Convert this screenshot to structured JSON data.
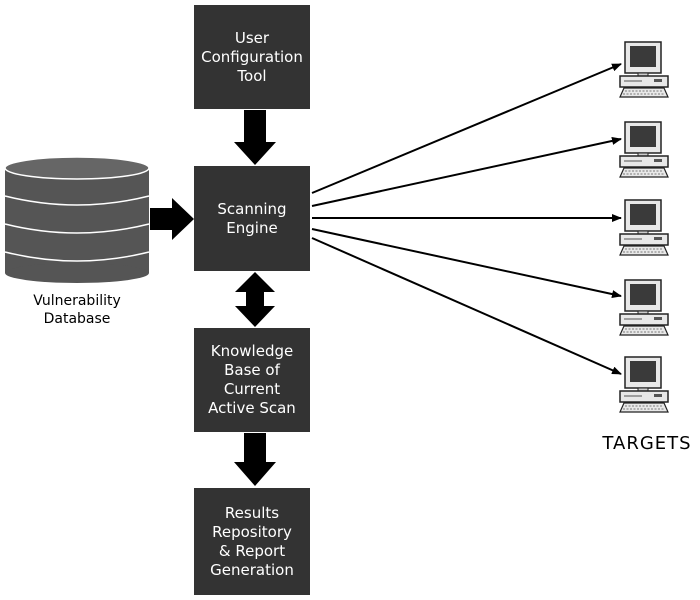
{
  "boxes": {
    "config_tool": [
      "User",
      "Configuration",
      "Tool"
    ],
    "scanning_engine": [
      "Scanning",
      "Engine"
    ],
    "knowledge_base": [
      "Knowledge",
      "Base of",
      "Current",
      "Active Scan"
    ],
    "results_repository": [
      "Results",
      "Repository",
      "& Report",
      "Generation"
    ]
  },
  "database": {
    "label_lines": [
      "Vulnerability",
      "Database"
    ],
    "icon": "database-cylinder-icon"
  },
  "targets": {
    "label": "TARGETS",
    "count": 5,
    "icon": "desktop-computer-icon"
  },
  "colors": {
    "box_fill": "#333333",
    "box_text": "#ffffff",
    "arrow": "#000000",
    "database_fill": "#555555",
    "computer_fill": "#e8e8e8"
  }
}
